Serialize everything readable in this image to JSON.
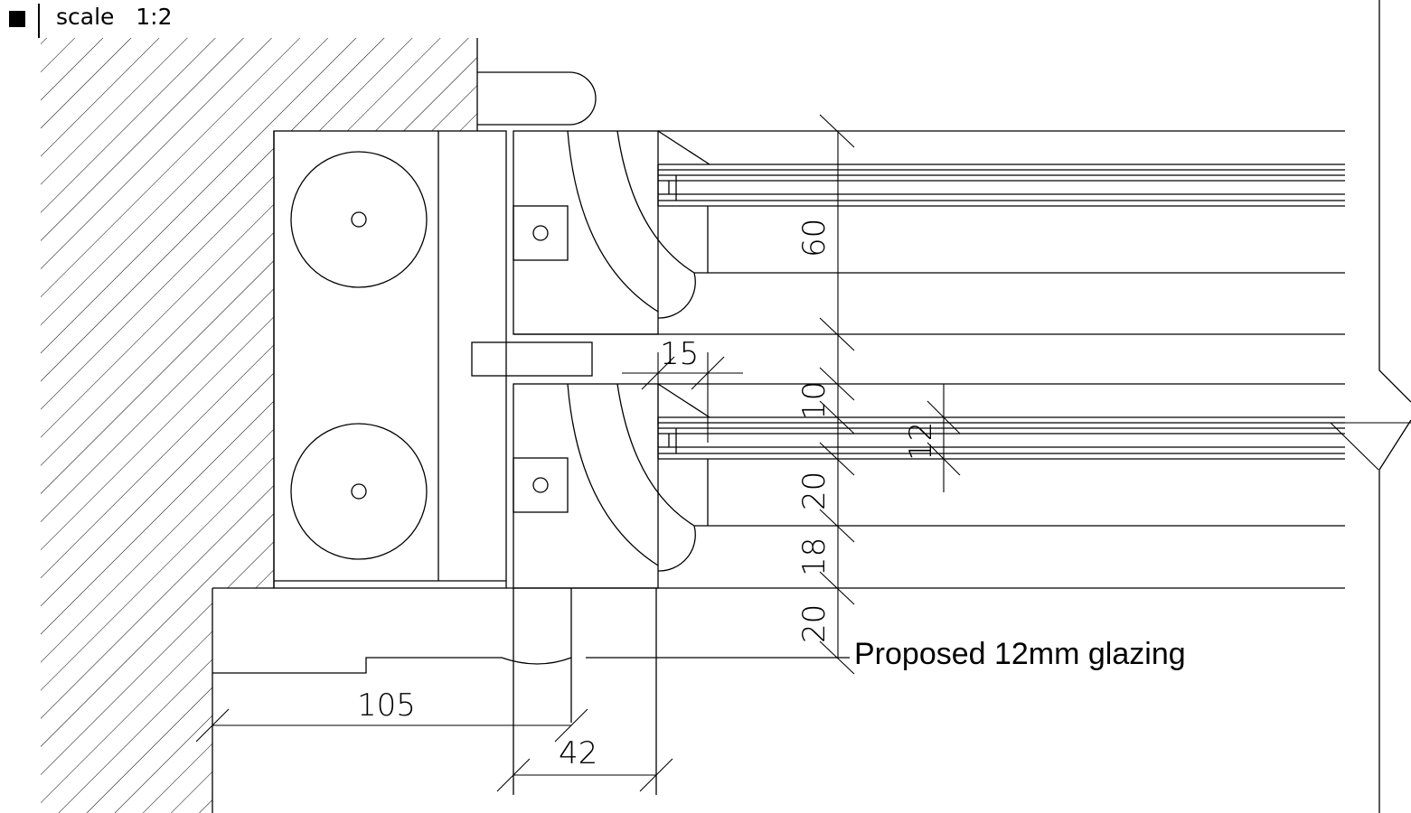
{
  "scale": {
    "label": "scale",
    "value": "1:2"
  },
  "dimensions": {
    "d60": "60",
    "d15": "15",
    "d10": "10",
    "d12": "12",
    "d20a": "20",
    "d18": "18",
    "d20b": "20",
    "d105": "105",
    "d42": "42"
  },
  "annotation": {
    "glazing": "Proposed 12mm glazing"
  }
}
